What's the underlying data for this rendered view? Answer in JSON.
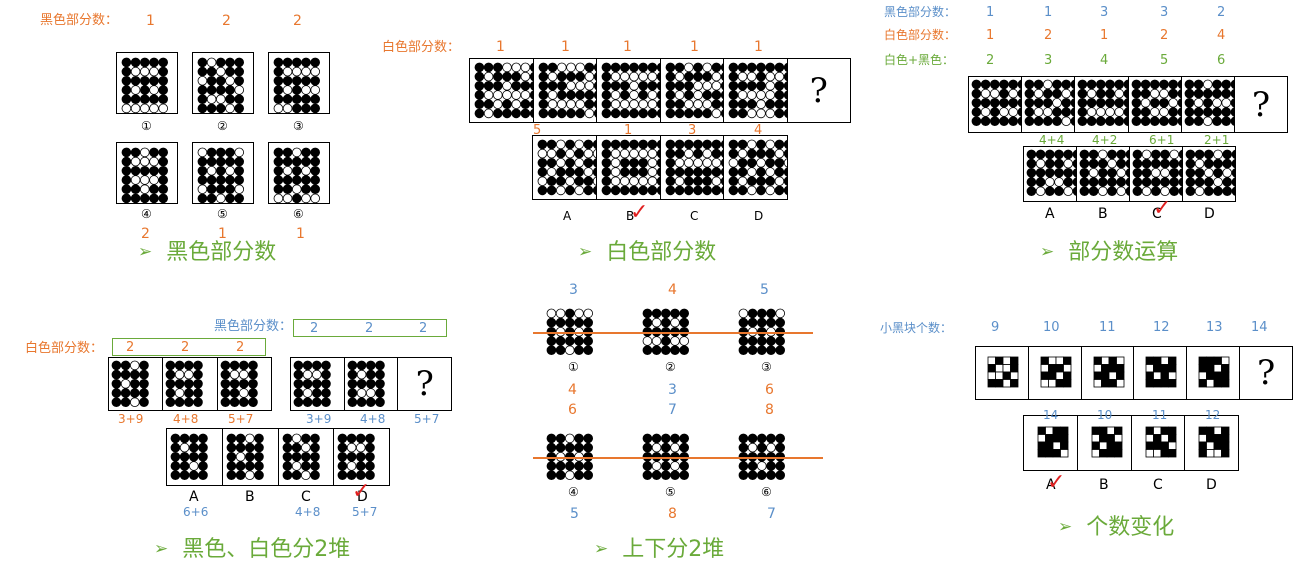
{
  "panel1": {
    "label_black_parts": "黑色部分数：",
    "top_counts": [
      "1",
      "2",
      "2"
    ],
    "bottom_counts": [
      "2",
      "1",
      "1"
    ],
    "figure_numbers": [
      "①",
      "②",
      "③",
      "④",
      "⑤",
      "⑥"
    ],
    "caption_arrow": "➢",
    "caption": "黑色部分数"
  },
  "panel2": {
    "label_white_parts": "白色部分数：",
    "top_counts": [
      "1",
      "1",
      "1",
      "1",
      "1"
    ],
    "option_counts": [
      "5",
      "1",
      "3",
      "4"
    ],
    "question": "?",
    "option_letters": [
      "A",
      "B",
      "C",
      "D"
    ],
    "caption_arrow": "➢",
    "caption": "白色部分数"
  },
  "panel3": {
    "label_black_parts": "黑色部分数：",
    "label_white_parts": "白色部分数：",
    "label_sum": "白色+黑色：",
    "black_counts": [
      "1",
      "1",
      "3",
      "3",
      "2"
    ],
    "white_counts": [
      "1",
      "2",
      "1",
      "2",
      "4"
    ],
    "sum_counts": [
      "2",
      "3",
      "4",
      "5",
      "6"
    ],
    "option_exprs": [
      "4+4",
      "4+2",
      "6+1",
      "2+1"
    ],
    "question": "?",
    "option_letters": [
      "A",
      "B",
      "C",
      "D"
    ],
    "caption_arrow": "➢",
    "caption": "部分数运算"
  },
  "panel4": {
    "label_black_parts": "黑色部分数：",
    "label_white_parts": "白色部分数：",
    "black_counts": [
      "2",
      "2",
      "2"
    ],
    "white_counts": [
      "2",
      "2",
      "2"
    ],
    "left_exprs": [
      "3+9",
      "4+8",
      "5+7"
    ],
    "right_exprs": [
      "3+9",
      "4+8",
      "5+7"
    ],
    "question": "?",
    "option_letters": [
      "A",
      "B",
      "C",
      "D"
    ],
    "option_exprs": [
      "6+6",
      "",
      "4+8",
      "5+7"
    ],
    "caption_arrow": "➢",
    "caption": "黑色、白色分2堆"
  },
  "panel5": {
    "top_numbers": [
      "3",
      "4",
      "5"
    ],
    "mid_numbers_a": [
      "4",
      "3",
      "6"
    ],
    "mid_numbers_b": [
      "6",
      "7",
      "8"
    ],
    "bottom_numbers": [
      "5",
      "8",
      "7"
    ],
    "figure_numbers": [
      "①",
      "②",
      "③",
      "④",
      "⑤",
      "⑥"
    ],
    "caption_arrow": "➢",
    "caption": "上下分2堆"
  },
  "panel6": {
    "label_small_black": "小黑块个数：",
    "counts": [
      "9",
      "10",
      "11",
      "12",
      "13",
      "14"
    ],
    "option_counts": [
      "14",
      "10",
      "11",
      "12"
    ],
    "question": "?",
    "option_letters": [
      "A",
      "B",
      "C",
      "D"
    ],
    "caption_arrow": "➢",
    "caption": "个数变化"
  },
  "check_mark": "✓",
  "colors": {
    "orange": "#e8772e",
    "blue": "#5b8fc9",
    "green": "#6aaa3a",
    "red": "#e02020"
  }
}
